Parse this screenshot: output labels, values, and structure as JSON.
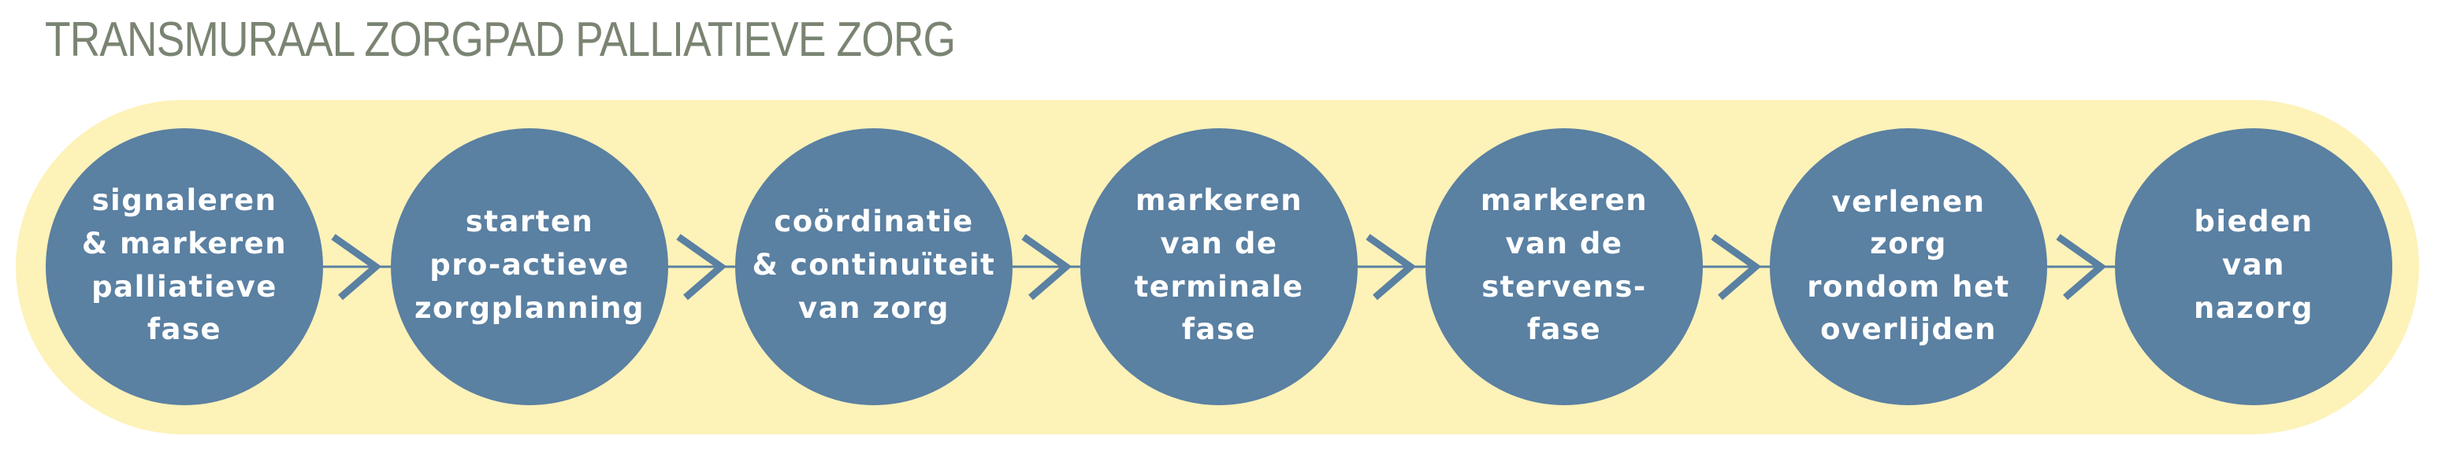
{
  "header": {
    "title": "TRANSMURAAL ZORGPAD PALLIATIEVE ZORG"
  },
  "colors": {
    "title": "#7a8472",
    "band": "#fdf2b8",
    "circle": "#5a80a2",
    "connector": "#5a80a2",
    "circle_text": "#ffffff"
  },
  "flow": {
    "direction": "left-to-right",
    "connector_icon": "chevron-right-arrow",
    "steps": [
      {
        "lines": [
          "signaleren",
          "& markeren",
          "palliatieve",
          "fase"
        ]
      },
      {
        "lines": [
          "starten",
          "pro-actieve",
          "zorgplanning"
        ]
      },
      {
        "lines": [
          "coördinatie",
          "& continuïteit",
          "van zorg"
        ]
      },
      {
        "lines": [
          "markeren",
          "van de",
          "terminale",
          "fase"
        ]
      },
      {
        "lines": [
          "markeren",
          "van de",
          "stervens-",
          "fase"
        ]
      },
      {
        "lines": [
          "verlenen",
          "zorg",
          "rondom het",
          "overlijden"
        ]
      },
      {
        "lines": [
          "bieden",
          "van",
          "nazorg"
        ]
      }
    ]
  }
}
